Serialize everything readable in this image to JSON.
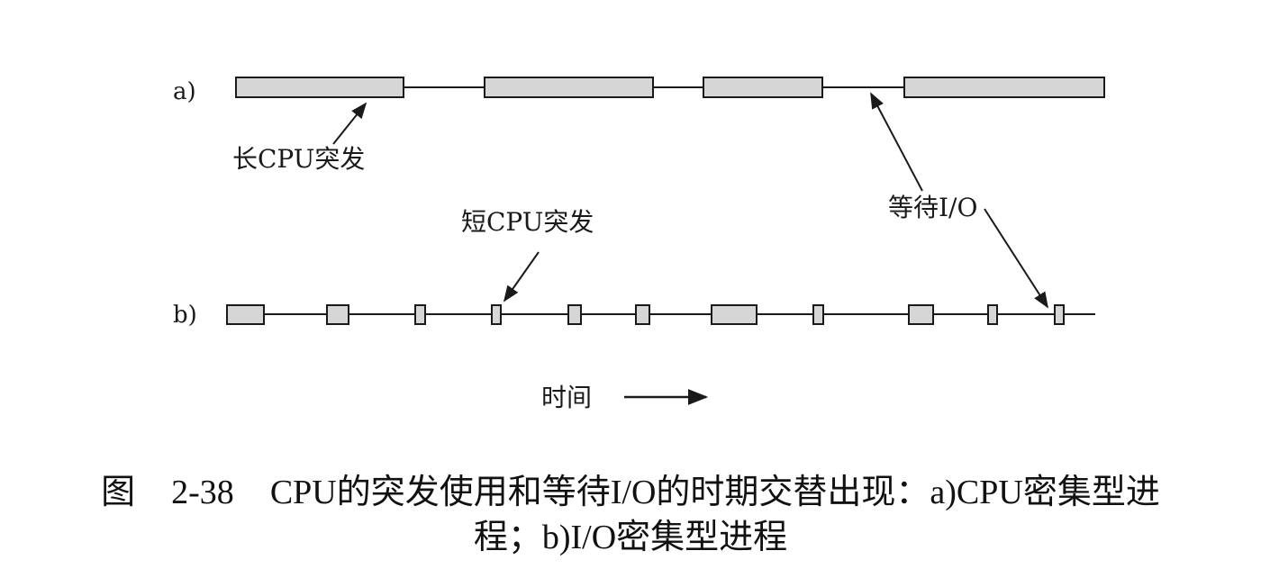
{
  "diagram": {
    "row_a_label": "a)",
    "row_b_label": "b)",
    "long_burst_label": "长CPU突发",
    "short_burst_label": "短CPU突发",
    "wait_io_label": "等待I/O",
    "time_label": "时间"
  },
  "caption": {
    "figure_word": "图",
    "figure_number": "2-38",
    "line1_text": "CPU的突发使用和等待I/O的时期交替出现：a)CPU密集型进",
    "line2_text": "程；b)I/O密集型进程"
  },
  "colors": {
    "burst_fill": "#d6d6d6",
    "stroke": "#1a1a1a"
  }
}
